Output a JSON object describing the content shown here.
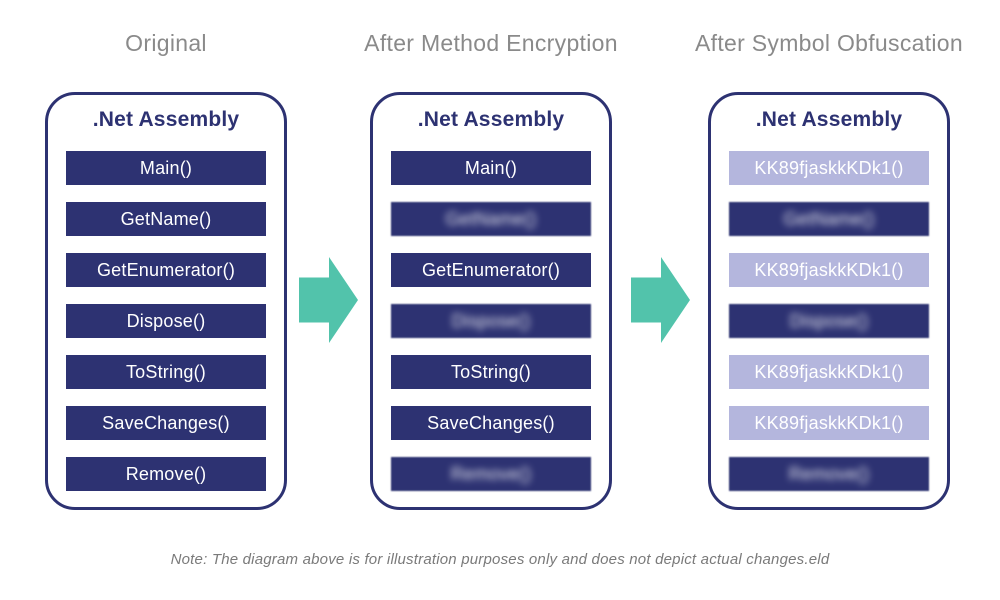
{
  "colors": {
    "navy": "#2d3272",
    "lavender": "#b4b6dd",
    "arrow_teal": "#52c3ab",
    "header_gray": "#8a8a8a",
    "note_gray": "#7a7a7a",
    "bar_text": "#ffffff",
    "background": "#ffffff"
  },
  "panels": [
    {
      "header": "Original",
      "title": ".Net Assembly",
      "methods": [
        {
          "label": "Main()",
          "variant": "navy",
          "blurred": false
        },
        {
          "label": "GetName()",
          "variant": "navy",
          "blurred": false
        },
        {
          "label": "GetEnumerator()",
          "variant": "navy",
          "blurred": false
        },
        {
          "label": "Dispose()",
          "variant": "navy",
          "blurred": false
        },
        {
          "label": "ToString()",
          "variant": "navy",
          "blurred": false
        },
        {
          "label": "SaveChanges()",
          "variant": "navy",
          "blurred": false
        },
        {
          "label": "Remove()",
          "variant": "navy",
          "blurred": false
        }
      ]
    },
    {
      "header": "After Method Encryption",
      "title": ".Net Assembly",
      "methods": [
        {
          "label": "Main()",
          "variant": "navy",
          "blurred": false
        },
        {
          "label": "GetName()",
          "variant": "navy",
          "blurred": true
        },
        {
          "label": "GetEnumerator()",
          "variant": "navy",
          "blurred": false
        },
        {
          "label": "Dispose()",
          "variant": "navy",
          "blurred": true
        },
        {
          "label": "ToString()",
          "variant": "navy",
          "blurred": false
        },
        {
          "label": "SaveChanges()",
          "variant": "navy",
          "blurred": false
        },
        {
          "label": "Remove()",
          "variant": "navy",
          "blurred": true
        }
      ]
    },
    {
      "header": "After Symbol Obfuscation",
      "title": ".Net Assembly",
      "methods": [
        {
          "label": "KK89fjaskkKDk1()",
          "variant": "lavender",
          "blurred": false
        },
        {
          "label": "GetName()",
          "variant": "navy",
          "blurred": true
        },
        {
          "label": "KK89fjaskkKDk1()",
          "variant": "lavender",
          "blurred": false
        },
        {
          "label": "Dispose()",
          "variant": "navy",
          "blurred": true
        },
        {
          "label": "KK89fjaskkKDk1()",
          "variant": "lavender",
          "blurred": false
        },
        {
          "label": "KK89fjaskkKDk1()",
          "variant": "lavender",
          "blurred": false
        },
        {
          "label": "Remove()",
          "variant": "navy",
          "blurred": true
        }
      ]
    }
  ],
  "arrows": [
    {
      "name": "arrow-original-to-method-encryption",
      "direction": "right"
    },
    {
      "name": "arrow-method-encryption-to-symbol-obfuscation",
      "direction": "right"
    }
  ],
  "note": "Note: The diagram above is for illustration purposes only and does not depict actual changes.eld"
}
